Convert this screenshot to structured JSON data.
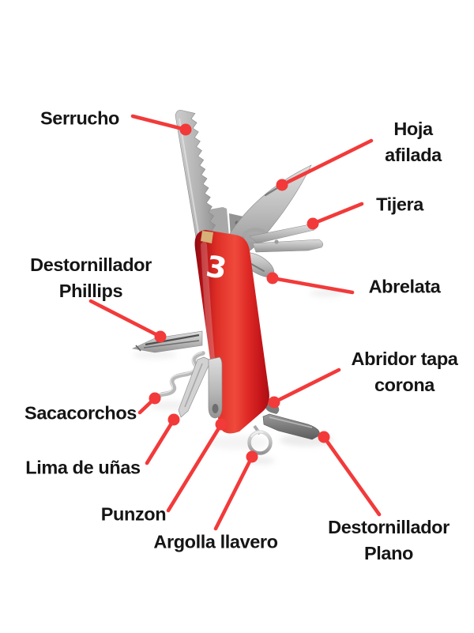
{
  "figure": {
    "handle_logo": "3"
  },
  "colors": {
    "leader_line": "#f23a3a",
    "label_text": "#151515",
    "handle_red": "#cf1118",
    "metal_gray": "#bdbdbd",
    "background": "#ffffff"
  },
  "labels": {
    "serrucho": {
      "text": "Serrucho"
    },
    "hoja_afilada": {
      "line1": "Hoja",
      "line2": "afilada"
    },
    "tijera": {
      "text": "Tijera"
    },
    "abrelata": {
      "text": "Abrelata"
    },
    "destornillador_phillips": {
      "line1": "Destornillador",
      "line2": "Phillips"
    },
    "sacacorchos": {
      "text": "Sacacorchos"
    },
    "lima_de_unas": {
      "text": "Lima de uñas"
    },
    "punzon": {
      "text": "Punzon"
    },
    "argolla_llavero": {
      "text": "Argolla llavero"
    },
    "abridor_tapa_corona": {
      "line1": "Abridor tapa",
      "line2": "corona"
    },
    "destornillador_plano": {
      "line1": "Destornillador",
      "line2": "Plano"
    }
  }
}
